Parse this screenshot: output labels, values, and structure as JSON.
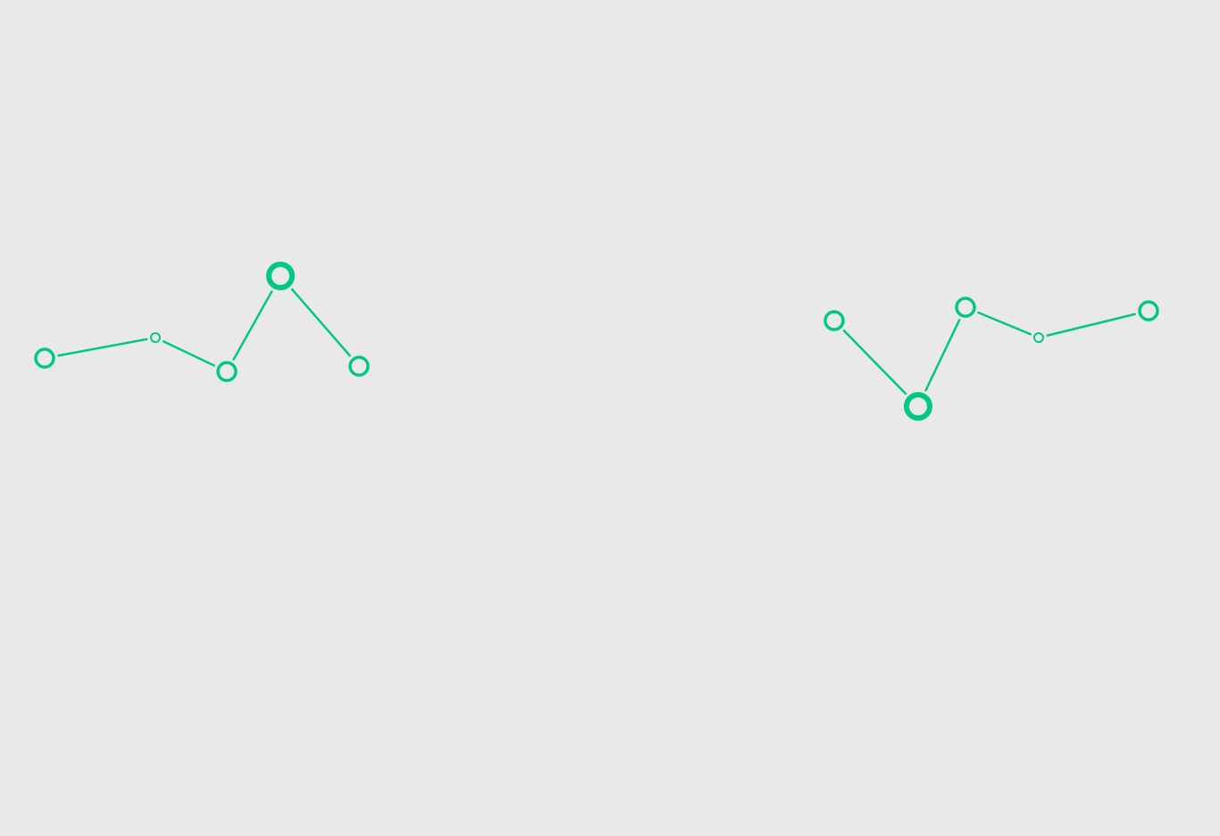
{
  "accent_color": "#00c97f",
  "background_color": "#e9e9e9",
  "groups": [
    {
      "name": "left-network",
      "nodes": [
        {
          "id": "l1",
          "weight": "medium"
        },
        {
          "id": "l2",
          "weight": "small"
        },
        {
          "id": "l3",
          "weight": "medium"
        },
        {
          "id": "l4",
          "weight": "large"
        },
        {
          "id": "l5",
          "weight": "medium"
        }
      ],
      "edges": [
        [
          "l1",
          "l2"
        ],
        [
          "l2",
          "l3"
        ],
        [
          "l3",
          "l4"
        ],
        [
          "l4",
          "l5"
        ]
      ]
    },
    {
      "name": "right-network",
      "nodes": [
        {
          "id": "r1",
          "weight": "medium"
        },
        {
          "id": "r2",
          "weight": "large"
        },
        {
          "id": "r3",
          "weight": "medium"
        },
        {
          "id": "r4",
          "weight": "small"
        },
        {
          "id": "r5",
          "weight": "medium"
        }
      ],
      "edges": [
        [
          "r1",
          "r2"
        ],
        [
          "r2",
          "r3"
        ],
        [
          "r3",
          "r4"
        ],
        [
          "r4",
          "r5"
        ]
      ]
    }
  ]
}
